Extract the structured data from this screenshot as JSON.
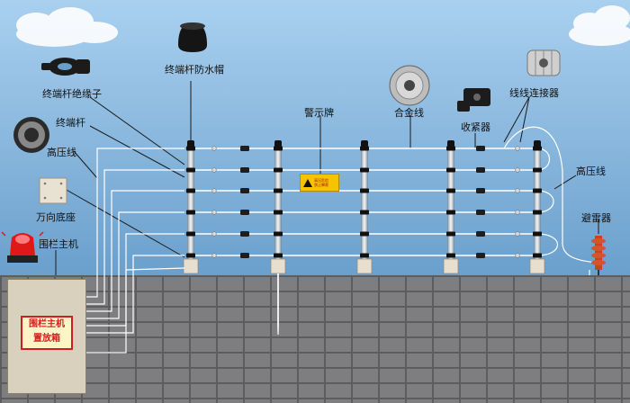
{
  "labels": {
    "cap": "终端杆防水帽",
    "insulator": "终端杆绝缘子",
    "terminal_pole": "终端杆",
    "hv_wire_left": "高压线",
    "base": "万向底座",
    "host": "围栏主机",
    "warning_sign": "警示牌",
    "alloy_wire": "合金线",
    "tensioner": "收紧器",
    "connector": "线线连接器",
    "hv_wire_right": "高压线",
    "arrester": "避雷器"
  },
  "control_box": {
    "line1": "围栏主机",
    "line2": "置放箱"
  },
  "sign_text": {
    "line1": "高压危险",
    "line2": "禁止攀爬"
  },
  "colors": {
    "sky_top": "#a9d0ef",
    "sky_bottom": "#6a9fcc",
    "wall": "#7e7e80",
    "mortar": "#5d5d60",
    "wire": "#ffffff",
    "leader_line": "#1a1a1a",
    "alarm_red": "#e01818",
    "sign_yellow": "#f5c400"
  }
}
